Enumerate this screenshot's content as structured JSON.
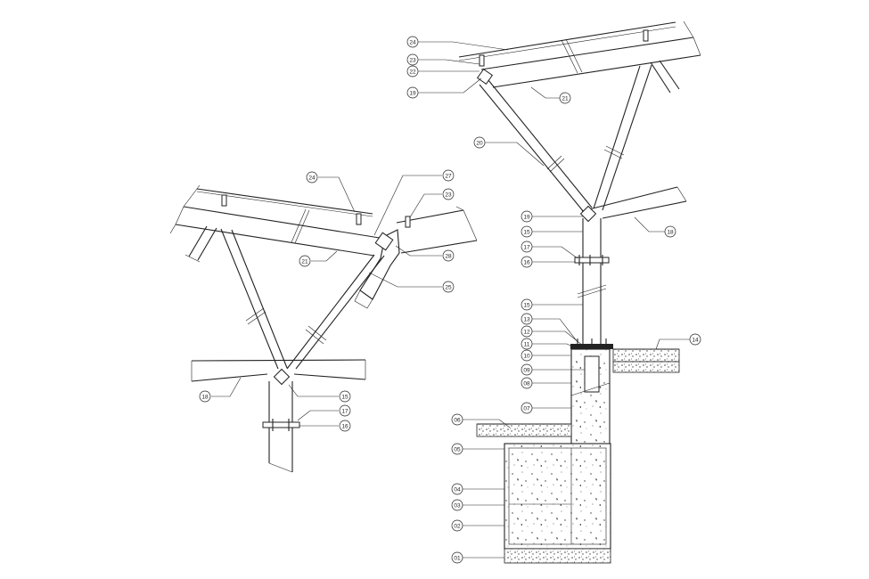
{
  "drawing": {
    "callouts_left": [
      "24",
      "27",
      "23",
      "28",
      "25",
      "21",
      "18",
      "15",
      "17",
      "16"
    ],
    "callouts_right_top": [
      "24",
      "23",
      "22",
      "19",
      "21",
      "20",
      "19",
      "15",
      "18",
      "17",
      "16",
      "15"
    ],
    "callouts_right_bottom": [
      "13",
      "12",
      "11",
      "10",
      "14",
      "09",
      "08",
      "07",
      "06",
      "05",
      "04",
      "03",
      "02",
      "01"
    ]
  }
}
